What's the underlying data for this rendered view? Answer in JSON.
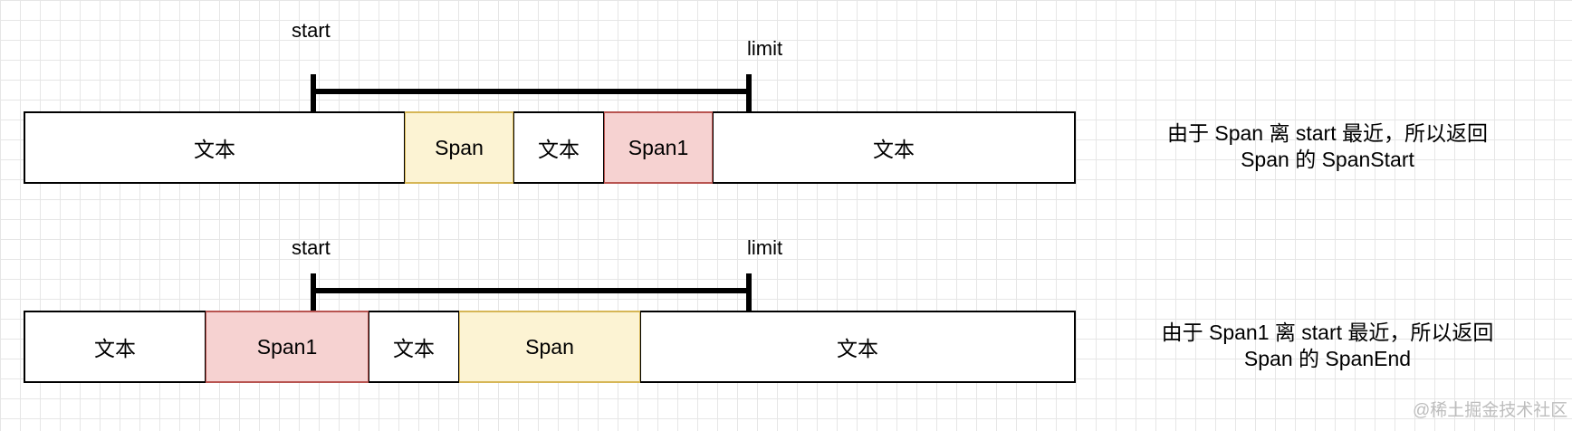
{
  "diagram1": {
    "start_label": "start",
    "limit_label": "limit",
    "segments": [
      {
        "type": "text",
        "label": "文本"
      },
      {
        "type": "span",
        "label": "Span"
      },
      {
        "type": "text",
        "label": "文本"
      },
      {
        "type": "span1",
        "label": "Span1"
      },
      {
        "type": "text",
        "label": "文本"
      }
    ],
    "note_line1": "由于 Span 离 start 最近，所以返回",
    "note_line2": "Span 的 SpanStart"
  },
  "diagram2": {
    "start_label": "start",
    "limit_label": "limit",
    "segments": [
      {
        "type": "text",
        "label": "文本"
      },
      {
        "type": "span1",
        "label": "Span1"
      },
      {
        "type": "text",
        "label": "文本"
      },
      {
        "type": "span",
        "label": "Span"
      },
      {
        "type": "text",
        "label": "文本"
      }
    ],
    "note_line1": "由于 Span1 离 start 最近，所以返回",
    "note_line2": "Span 的 SpanEnd"
  },
  "colors": {
    "span_fill": "#fcf3d3",
    "span_border": "#d6b656",
    "span1_fill": "#f6d2d1",
    "span1_border": "#b85450"
  },
  "watermark": "@稀土掘金技术社区"
}
